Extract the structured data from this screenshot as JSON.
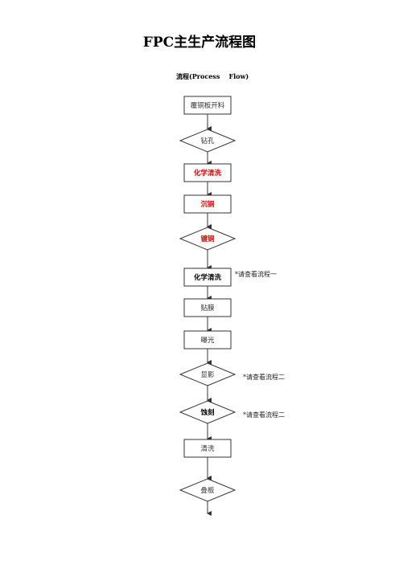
{
  "title": "FPC主生产流程图",
  "subtitle": "流程(Process    Flow)",
  "nodes": [
    {
      "id": "n1",
      "shape": "rect",
      "label": "覆铜板开料",
      "style": "normal"
    },
    {
      "id": "n2",
      "shape": "diamond",
      "label": "钻孔",
      "style": "normal"
    },
    {
      "id": "n3",
      "shape": "rect",
      "label": "化学清洗",
      "style": "red"
    },
    {
      "id": "n4",
      "shape": "rect",
      "label": "沉铜",
      "style": "red"
    },
    {
      "id": "n5",
      "shape": "diamond",
      "label": "镀铜",
      "style": "red"
    },
    {
      "id": "n6",
      "shape": "rect",
      "label": "化学清洗",
      "style": "bold"
    },
    {
      "id": "n7",
      "shape": "rect",
      "label": "贴膜",
      "style": "normal"
    },
    {
      "id": "n8",
      "shape": "rect",
      "label": "曝光",
      "style": "normal"
    },
    {
      "id": "n9",
      "shape": "diamond",
      "label": "显影",
      "style": "normal"
    },
    {
      "id": "n10",
      "shape": "diamond",
      "label": "蚀刻",
      "style": "bold"
    },
    {
      "id": "n11",
      "shape": "rect",
      "label": "清洗",
      "style": "normal"
    },
    {
      "id": "n12",
      "shape": "diamond",
      "label": "叠板",
      "style": "normal"
    }
  ],
  "notes": [
    {
      "attach": "n6",
      "text": "*请查看流程一"
    },
    {
      "attach": "n9",
      "text": "*请查看流程二"
    },
    {
      "attach": "n10",
      "text": "*请查看流程二"
    }
  ],
  "colors": {
    "line": "#333333",
    "red": "#e00000"
  }
}
